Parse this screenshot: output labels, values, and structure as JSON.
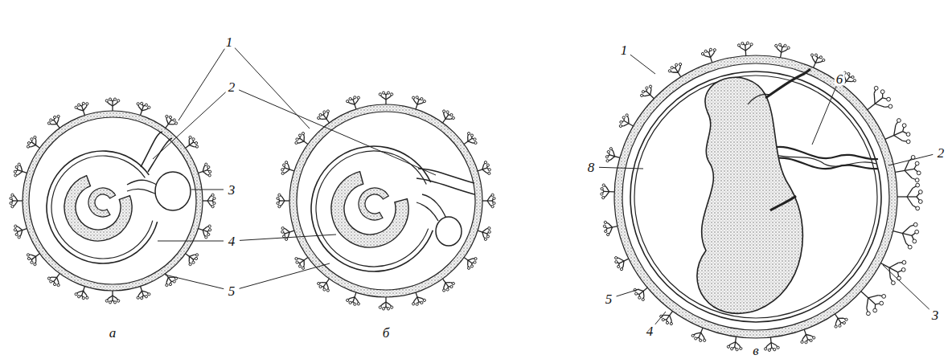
{
  "diagram": {
    "labels": [
      "1",
      "2",
      "3",
      "4",
      "5",
      "а",
      "б",
      "1",
      "6",
      "2",
      "8",
      "5",
      "4",
      "3",
      "в"
    ]
  }
}
